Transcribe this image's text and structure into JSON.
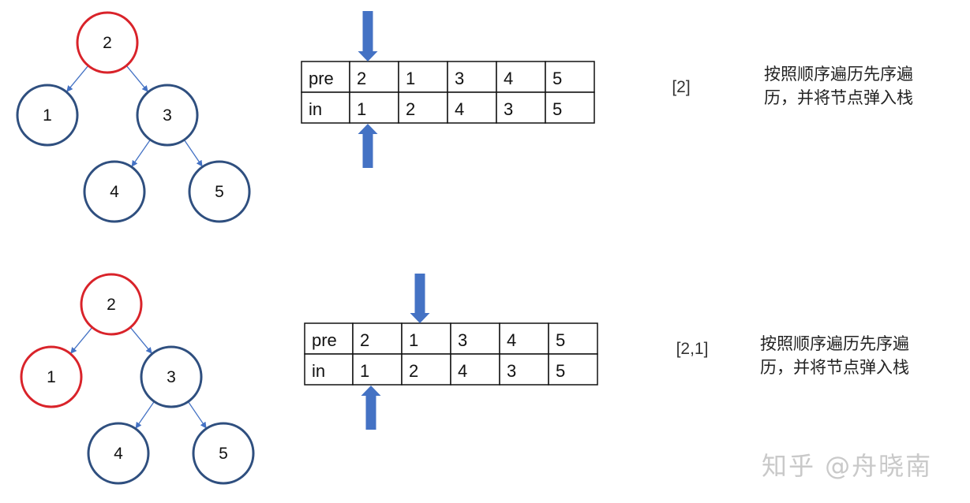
{
  "colors": {
    "highlight": "#d9232a",
    "node": "#2f4f7f",
    "edge": "#4472c4",
    "arrow": "#4472c4",
    "table_border": "#111111"
  },
  "steps": [
    {
      "tree": {
        "nodes": [
          {
            "id": "2",
            "label": "2",
            "highlighted": true
          },
          {
            "id": "1",
            "label": "1",
            "highlighted": false
          },
          {
            "id": "3",
            "label": "3",
            "highlighted": false
          },
          {
            "id": "4",
            "label": "4",
            "highlighted": false
          },
          {
            "id": "5",
            "label": "5",
            "highlighted": false
          }
        ],
        "edges": [
          [
            "2",
            "1"
          ],
          [
            "2",
            "3"
          ],
          [
            "3",
            "4"
          ],
          [
            "3",
            "5"
          ]
        ]
      },
      "table": {
        "rows": [
          {
            "header": "pre",
            "cells": [
              "2",
              "1",
              "3",
              "4",
              "5"
            ]
          },
          {
            "header": "in",
            "cells": [
              "1",
              "2",
              "4",
              "3",
              "5"
            ]
          }
        ],
        "pre_pointer_index": 0,
        "in_pointer_index": 0
      },
      "stack": "[2]",
      "description": "按照顺序遍历先序遍历，并将节点弹入栈"
    },
    {
      "tree": {
        "nodes": [
          {
            "id": "2",
            "label": "2",
            "highlighted": true
          },
          {
            "id": "1",
            "label": "1",
            "highlighted": true
          },
          {
            "id": "3",
            "label": "3",
            "highlighted": false
          },
          {
            "id": "4",
            "label": "4",
            "highlighted": false
          },
          {
            "id": "5",
            "label": "5",
            "highlighted": false
          }
        ],
        "edges": [
          [
            "2",
            "1"
          ],
          [
            "2",
            "3"
          ],
          [
            "3",
            "4"
          ],
          [
            "3",
            "5"
          ]
        ]
      },
      "table": {
        "rows": [
          {
            "header": "pre",
            "cells": [
              "2",
              "1",
              "3",
              "4",
              "5"
            ]
          },
          {
            "header": "in",
            "cells": [
              "1",
              "2",
              "4",
              "3",
              "5"
            ]
          }
        ],
        "pre_pointer_index": 1,
        "in_pointer_index": 0
      },
      "stack": "[2,1]",
      "description": "按照顺序遍历先序遍历，并将节点弹入栈"
    }
  ],
  "watermark": "知乎 @舟晓南"
}
